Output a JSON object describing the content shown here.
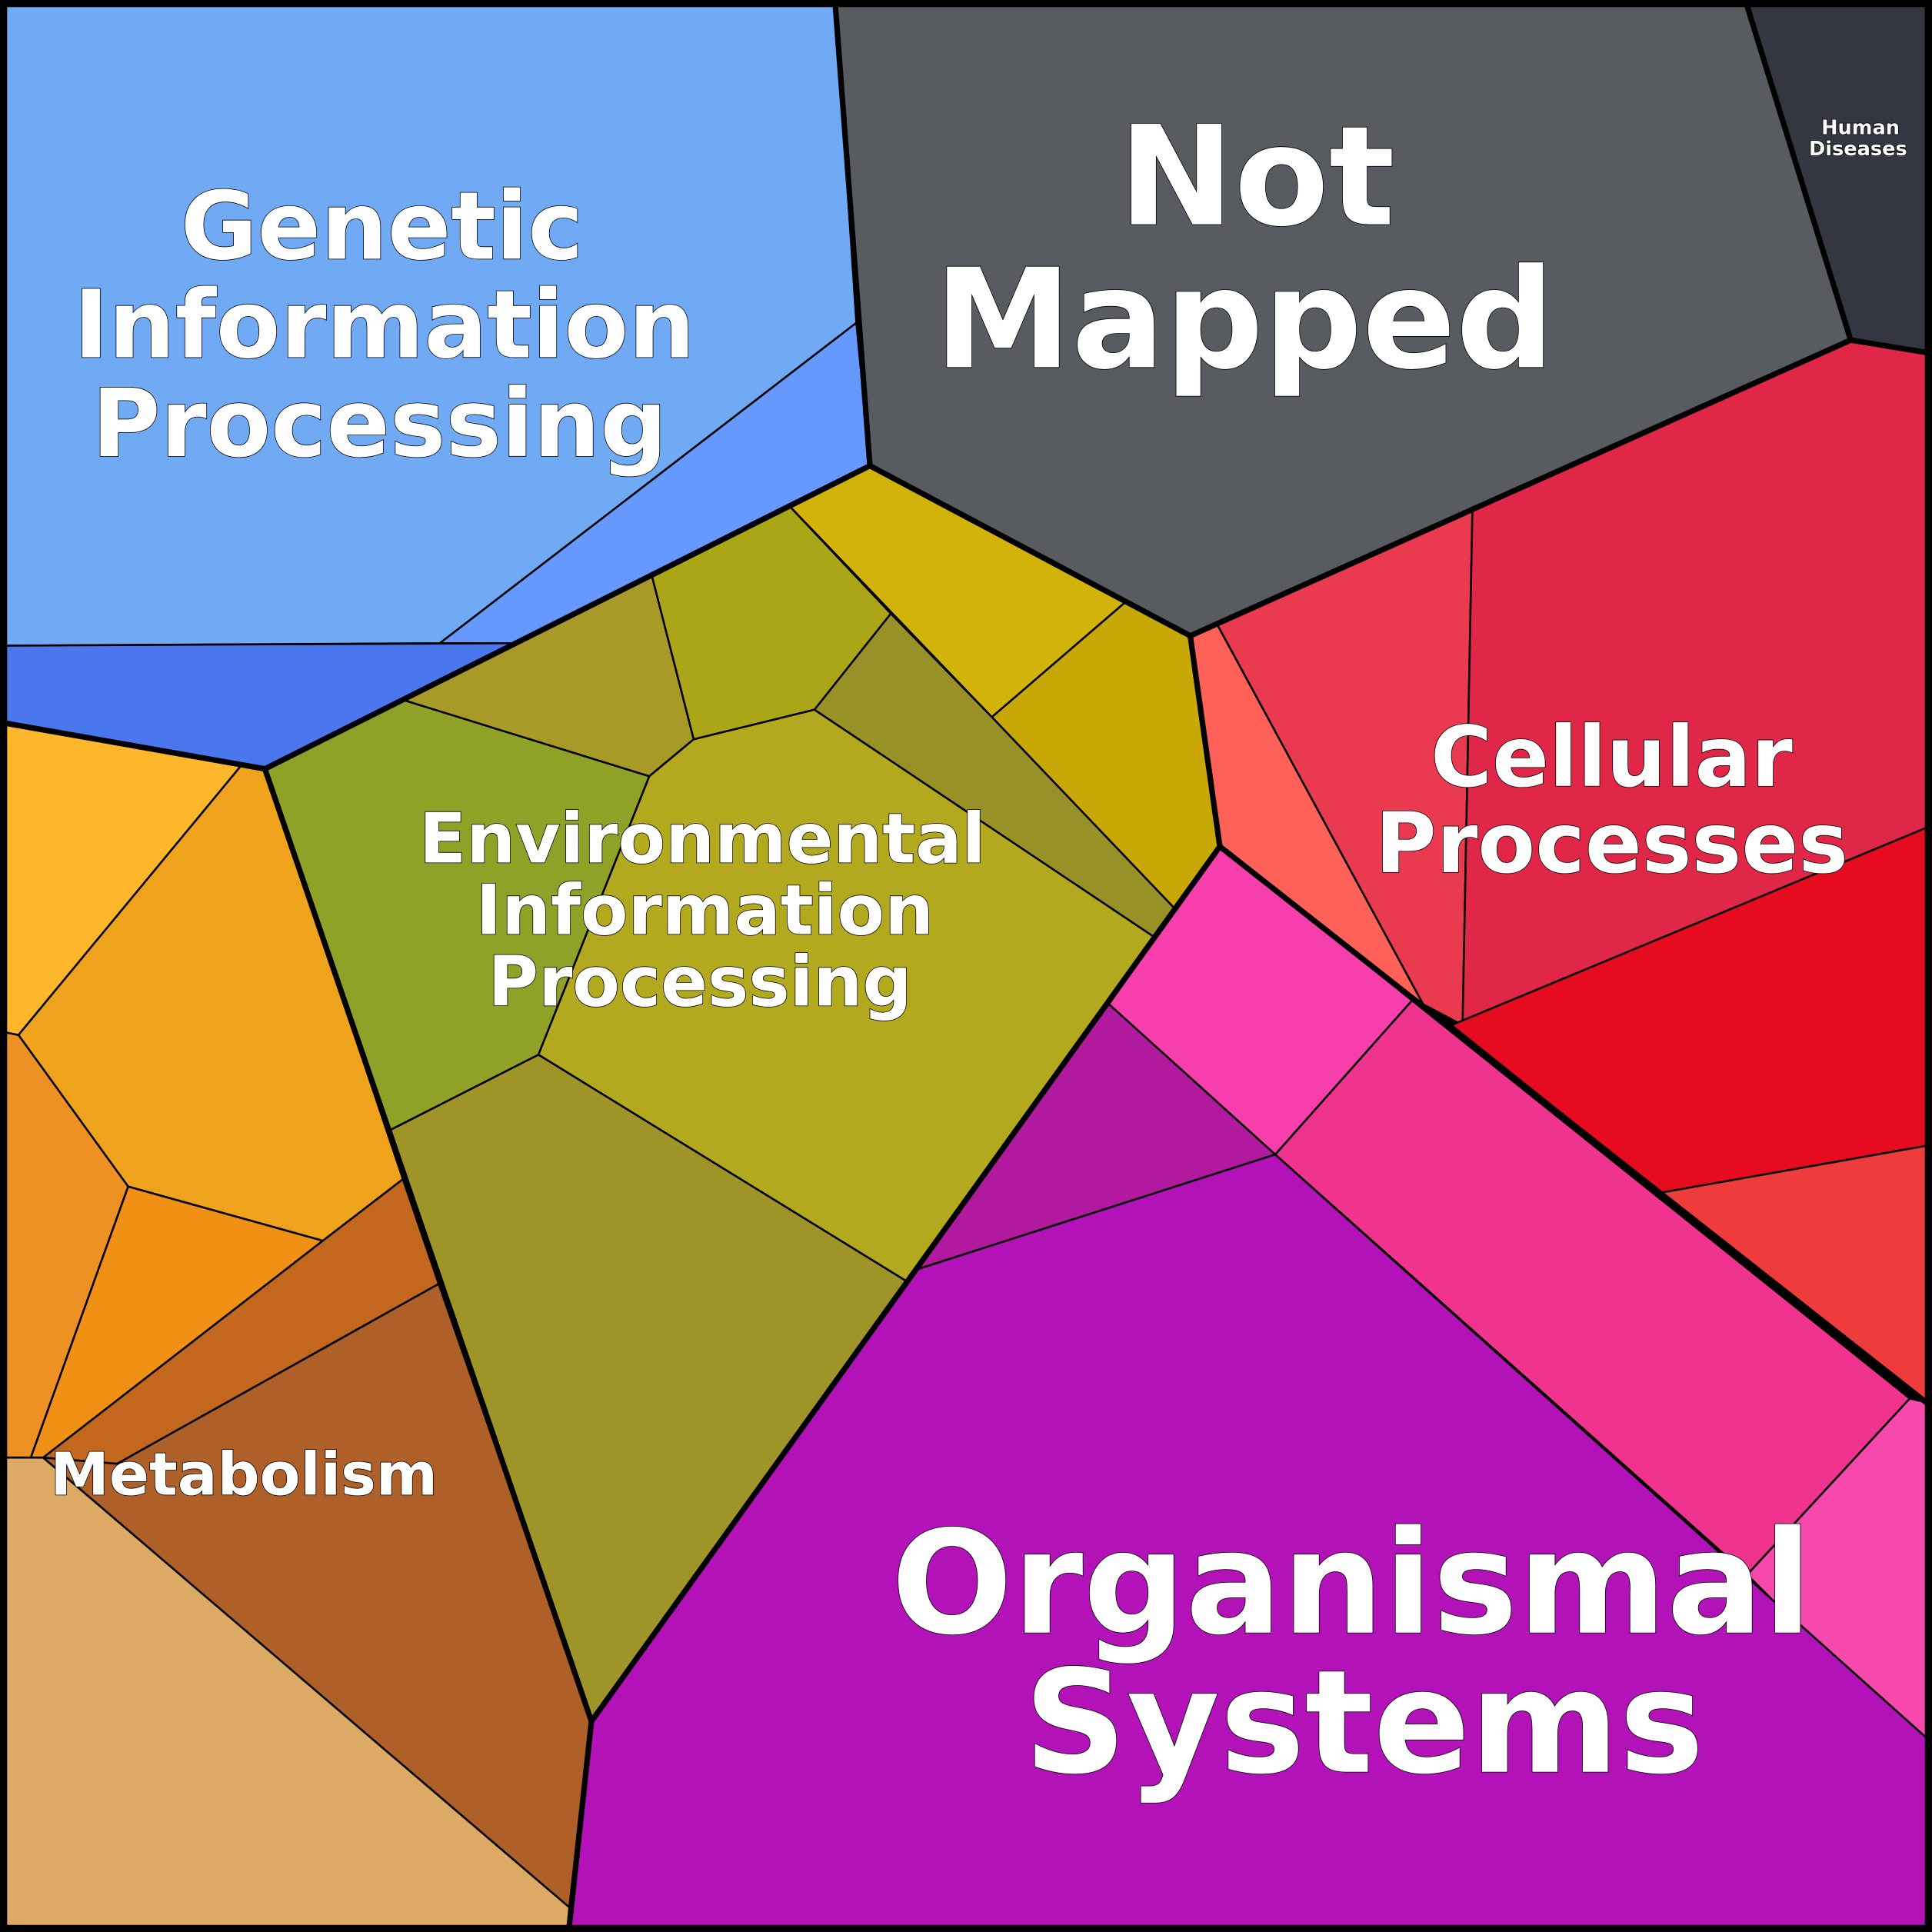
{
  "title": "Voronoi treemap of KEGG pathway categories",
  "categories": [
    {
      "id": "genetic",
      "label_lines": [
        "Genetic",
        "Information",
        "Processing"
      ],
      "colors": [
        "#70aaf5",
        "#6699ff",
        "#4a76ee"
      ]
    },
    {
      "id": "not-mapped",
      "label_lines": [
        "Not",
        "Mapped"
      ],
      "colors": [
        "#585c61"
      ]
    },
    {
      "id": "human-diseases",
      "label_lines": [
        "Human",
        "Diseases"
      ],
      "colors": [
        "#343741"
      ]
    },
    {
      "id": "cellular",
      "label_lines": [
        "Cellular",
        "Processes"
      ],
      "colors": [
        "#ff6058",
        "#e93a50",
        "#e02747",
        "#e60b1f",
        "#ee3b3b"
      ]
    },
    {
      "id": "environmental",
      "label_lines": [
        "Environmental",
        "Information",
        "Processing"
      ],
      "colors": [
        "#8fa127",
        "#a79a26",
        "#aba618",
        "#d2b309",
        "#c8a807",
        "#989128",
        "#b3a91f",
        "#9f9427"
      ]
    },
    {
      "id": "metabolism",
      "label_lines": [
        "Metabolism"
      ],
      "colors": [
        "#feb62a",
        "#efa21c",
        "#ed9125",
        "#f09015",
        "#c3661e",
        "#ae6028",
        "#dcaa64"
      ]
    },
    {
      "id": "organismal",
      "label_lines": [
        "Organismal",
        "Systems"
      ],
      "colors": [
        "#f63fad",
        "#f0338f",
        "#f748ad",
        "#b11a9e",
        "#b312b8"
      ]
    }
  ]
}
